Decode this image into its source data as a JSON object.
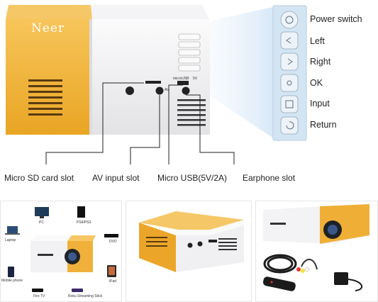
{
  "hero": {
    "brand": "Neer",
    "port_labels": {
      "usb": "microUSB",
      "av": "AV",
      "dc": "5V"
    },
    "callouts": [
      {
        "id": "sd",
        "label": "Micro SD card slot"
      },
      {
        "id": "av",
        "label": "AV input slot"
      },
      {
        "id": "usb",
        "label": "Micro USB(5V/2A)"
      },
      {
        "id": "ear",
        "label": "Earphone slot"
      }
    ],
    "buttons": [
      {
        "id": "power",
        "label": "Power switch"
      },
      {
        "id": "left",
        "label": "Left"
      },
      {
        "id": "right",
        "label": "Right"
      },
      {
        "id": "ok",
        "label": "OK"
      },
      {
        "id": "input",
        "label": "Input"
      },
      {
        "id": "return",
        "label": "Return"
      }
    ]
  },
  "connect_panel": {
    "devices": [
      {
        "id": "pc",
        "label": "PC",
        "icon": "monitor-icon"
      },
      {
        "id": "ps4",
        "label": "PS4/PS3",
        "icon": "console-icon"
      },
      {
        "id": "laptop",
        "label": "Laptop",
        "icon": "laptop-icon"
      },
      {
        "id": "dvd",
        "label": "DVD",
        "icon": "dvd-player-icon"
      },
      {
        "id": "mobile",
        "label": "Mobile phone",
        "icon": "phone-icon"
      },
      {
        "id": "ipad",
        "label": "iPad",
        "icon": "tablet-icon"
      },
      {
        "id": "firetv",
        "label": "Fire TV",
        "icon": "fire-tv-stick-icon"
      },
      {
        "id": "roku",
        "label": "Roku Streaming Stick",
        "icon": "roku-stick-icon"
      }
    ]
  },
  "colors": {
    "yellow": "#f2b43a",
    "body_white": "#f1f1f3",
    "panel_blue": "#d6e6f4",
    "line": "#222222"
  }
}
